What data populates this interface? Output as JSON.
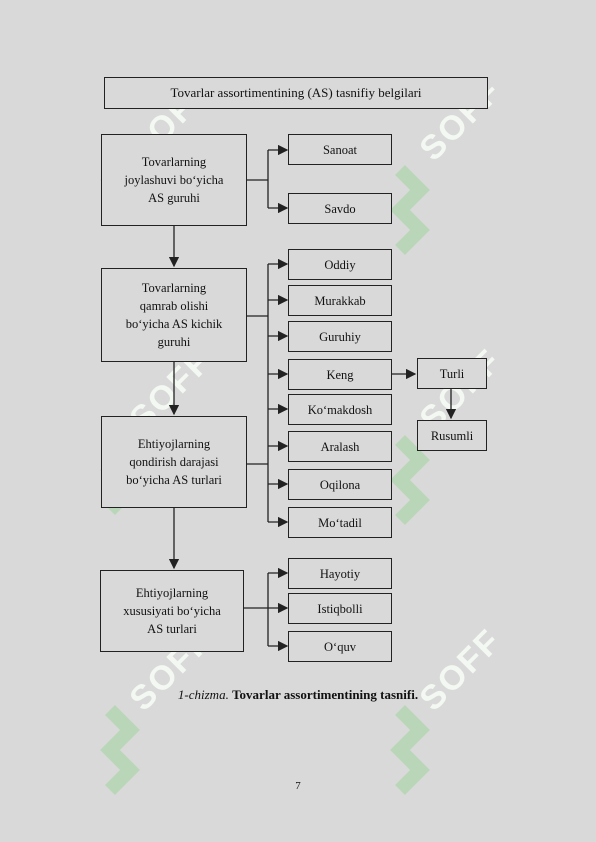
{
  "diagram": {
    "title": "Tovarlar assortimentining (AS) tasnifiy belgilari",
    "groups": [
      {
        "label": "Tovarlarning\njoylashuvi bo‘yicha\nAS guruhi"
      },
      {
        "label": "Tovarlarning\nqamrab olishi\nbo‘yicha AS kichik\nguruhi"
      },
      {
        "label": "Ehtiyojlarning\nqondirish darajasi\nbo‘yicha AS turlari"
      },
      {
        "label": "Ehtiyojlarning\nxususiyati bo‘yicha\nAS turlari"
      }
    ],
    "items_group1": [
      "Sanoat",
      "Savdo"
    ],
    "items_group23": [
      "Oddiy",
      "Murakkab",
      "Guruhiy",
      "Keng",
      "Ko‘makdosh",
      "Aralash",
      "Oqilona",
      "Mo‘tadil"
    ],
    "items_group4": [
      "Hayotiy",
      "Istiqbolli",
      "O‘quv"
    ],
    "sub_items": [
      "Turli",
      "Rusumli"
    ]
  },
  "caption": {
    "prefix": "1-chizma.",
    "text": "Tovarlar assortimentining tasnifi."
  },
  "page_number": "7",
  "watermark": {
    "text": "SOFF",
    "color": "#7ec27e"
  }
}
